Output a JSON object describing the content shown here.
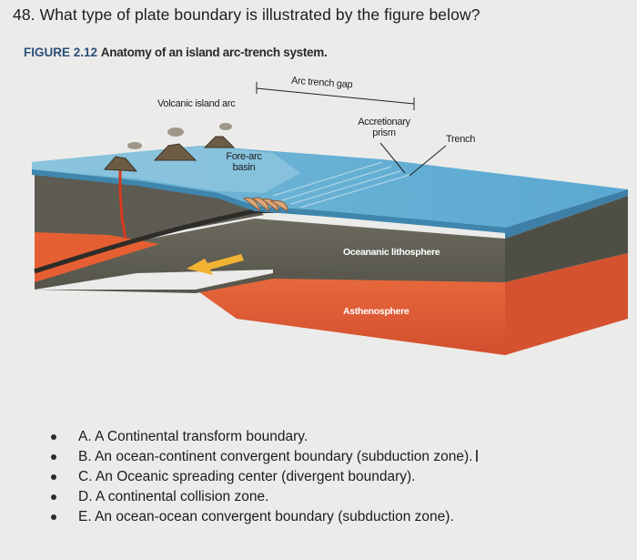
{
  "question": "48. What type of plate boundary is illustrated by the figure below?",
  "figure": {
    "number": "FIGURE 2.12",
    "caption": "Anatomy of an island arc-trench system.",
    "labels": {
      "arc_trench_gap": "Arc trench gap",
      "volcanic_island_arc": "Volcanic island arc",
      "accretionary_prism_1": "Accretionary",
      "accretionary_prism_2": "prism",
      "trench": "Trench",
      "fore_arc_basin_1": "Fore-arc",
      "fore_arc_basin_2": "basin",
      "oceanic_lithosphere": "Oceananic lithosphere",
      "asthenosphere": "Asthenosphere"
    },
    "colors": {
      "ocean": "#6fb6d8",
      "crust": "#5e5c52",
      "asthenosphere": "#e3603a",
      "arrow": "#f2b234"
    }
  },
  "options": [
    "A. A Continental transform boundary.",
    "B. An ocean-continent convergent boundary (subduction zone).",
    "C. An Oceanic spreading center (divergent boundary).",
    "D. A continental collision zone.",
    "E. An ocean-ocean convergent boundary (subduction zone)."
  ],
  "cursor_glyph": "I"
}
